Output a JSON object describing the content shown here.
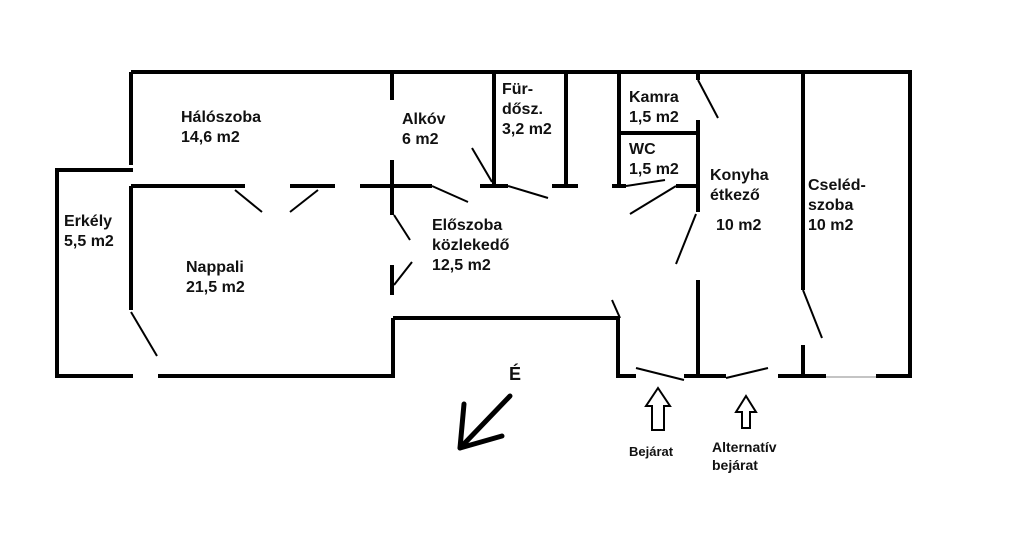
{
  "rooms": {
    "halo": {
      "name": "Hálószoba",
      "area": "14,6 m2"
    },
    "alkov": {
      "name": "Alkóv",
      "area": "6 m2"
    },
    "furdo": {
      "name1": "Für-",
      "name2": "dősz.",
      "area": "3,2 m2"
    },
    "kamra": {
      "name": "Kamra",
      "area": "1,5 m2"
    },
    "wc": {
      "name": "WC",
      "area": "1,5 m2"
    },
    "konyha": {
      "name1": "Konyha",
      "name2": "étkező",
      "area": "10 m2"
    },
    "cseled": {
      "name1": "Cseléd-",
      "name2": "szoba",
      "area": "10 m2"
    },
    "erkely": {
      "name": "Erkély",
      "area": "5,5 m2"
    },
    "nappali": {
      "name": "Nappali",
      "area": "21,5 m2"
    },
    "eloszoba": {
      "name1": "Előszoba",
      "name2": "közlekedő",
      "area": "12,5 m2"
    }
  },
  "compass": {
    "label": "É"
  },
  "entrances": {
    "main": "Bejárat",
    "alt1": "Alternatív",
    "alt2": "bejárat"
  }
}
